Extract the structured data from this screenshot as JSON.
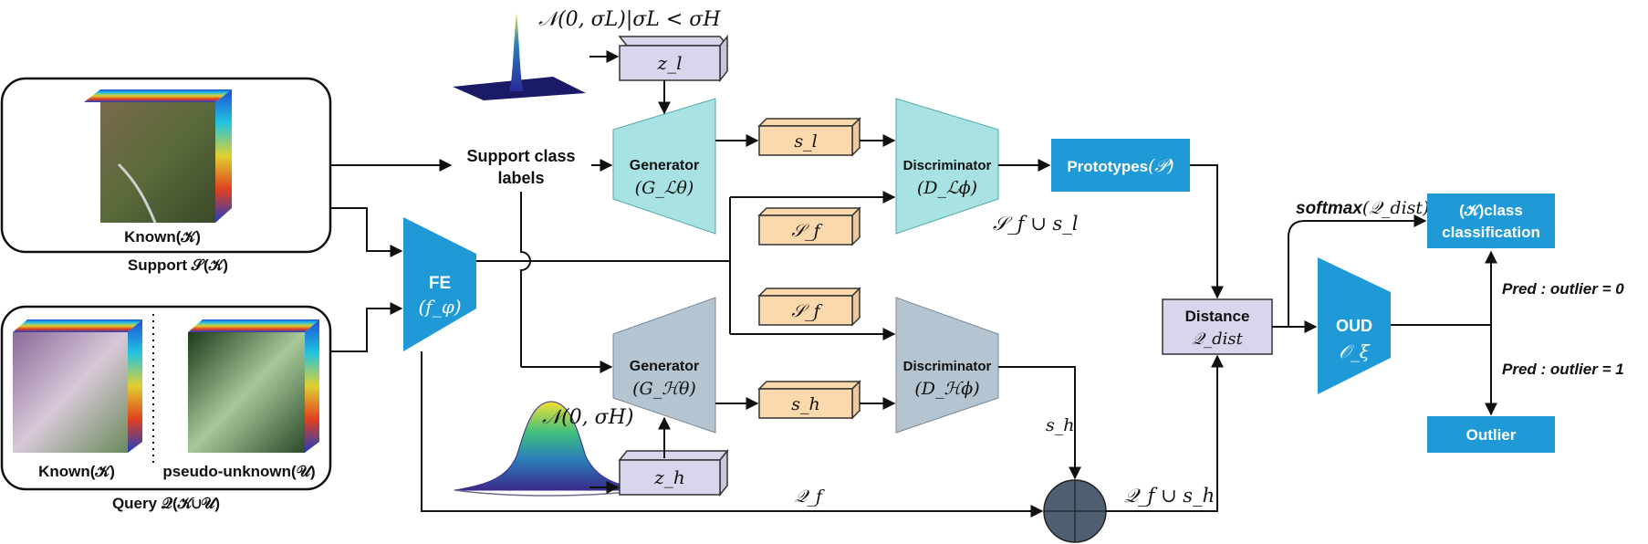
{
  "labels": {
    "noise_low": "𝒩(0, σL)|σL < σH",
    "noise_high": "𝒩(0, σH)",
    "z_low": "z_l",
    "z_high": "z_h",
    "known_support": "Known(𝒦)",
    "support": "Support 𝒮(𝒦)",
    "known_query": "Known(𝒦)",
    "pseudo_unknown": "pseudo-unknown(𝒰)",
    "query": "Query 𝒬(𝒦∪𝒰)",
    "support_class_labels_1": "Support class",
    "support_class_labels_2": "labels",
    "fe_title": "FE",
    "fe_sub": "(f_φ)",
    "gen_top_title": "Generator",
    "gen_top_sub": "(G_ℒθ)",
    "gen_bot_title": "Generator",
    "gen_bot_sub": "(G_ℋθ)",
    "disc_top_title": "Discriminator",
    "disc_top_sub": "(D_ℒϕ)",
    "disc_bot_title": "Discriminator",
    "disc_bot_sub": "(D_ℋϕ)",
    "s_l": "s_l",
    "S_f_1": "𝒮_f",
    "S_f_2": "𝒮_f",
    "s_h": "s_h",
    "sf_union_sl": "𝒮_f ∪ s_l",
    "prototypes": "Prototypes",
    "prototypes_sym": "(𝒫)",
    "distance_title": "Distance",
    "distance_sub": "𝒬_dist",
    "softmax": "softmax",
    "softmax_arg": "(𝒬_dist)",
    "class_box_1": "(𝒦)class",
    "class_box_2": "classification",
    "oud_title": "OUD",
    "oud_sub": "𝒪_ξ",
    "pred_0": "Pred : outlier = 0",
    "pred_1": "Pred : outlier = 1",
    "outlier": "Outlier",
    "s_h_edge": "s_h",
    "q_f": "𝒬_f",
    "qf_union_sh": "𝒬_f ∪ s_h"
  },
  "colors": {
    "blue_box": "#1f9ad6",
    "teal_trap": "#a8e2e2",
    "gray_trap": "#b4c4d0",
    "orange_box": "#fcd9ac",
    "lavender_box": "#d8d6ec",
    "combine_circle": "#4f5f72"
  }
}
